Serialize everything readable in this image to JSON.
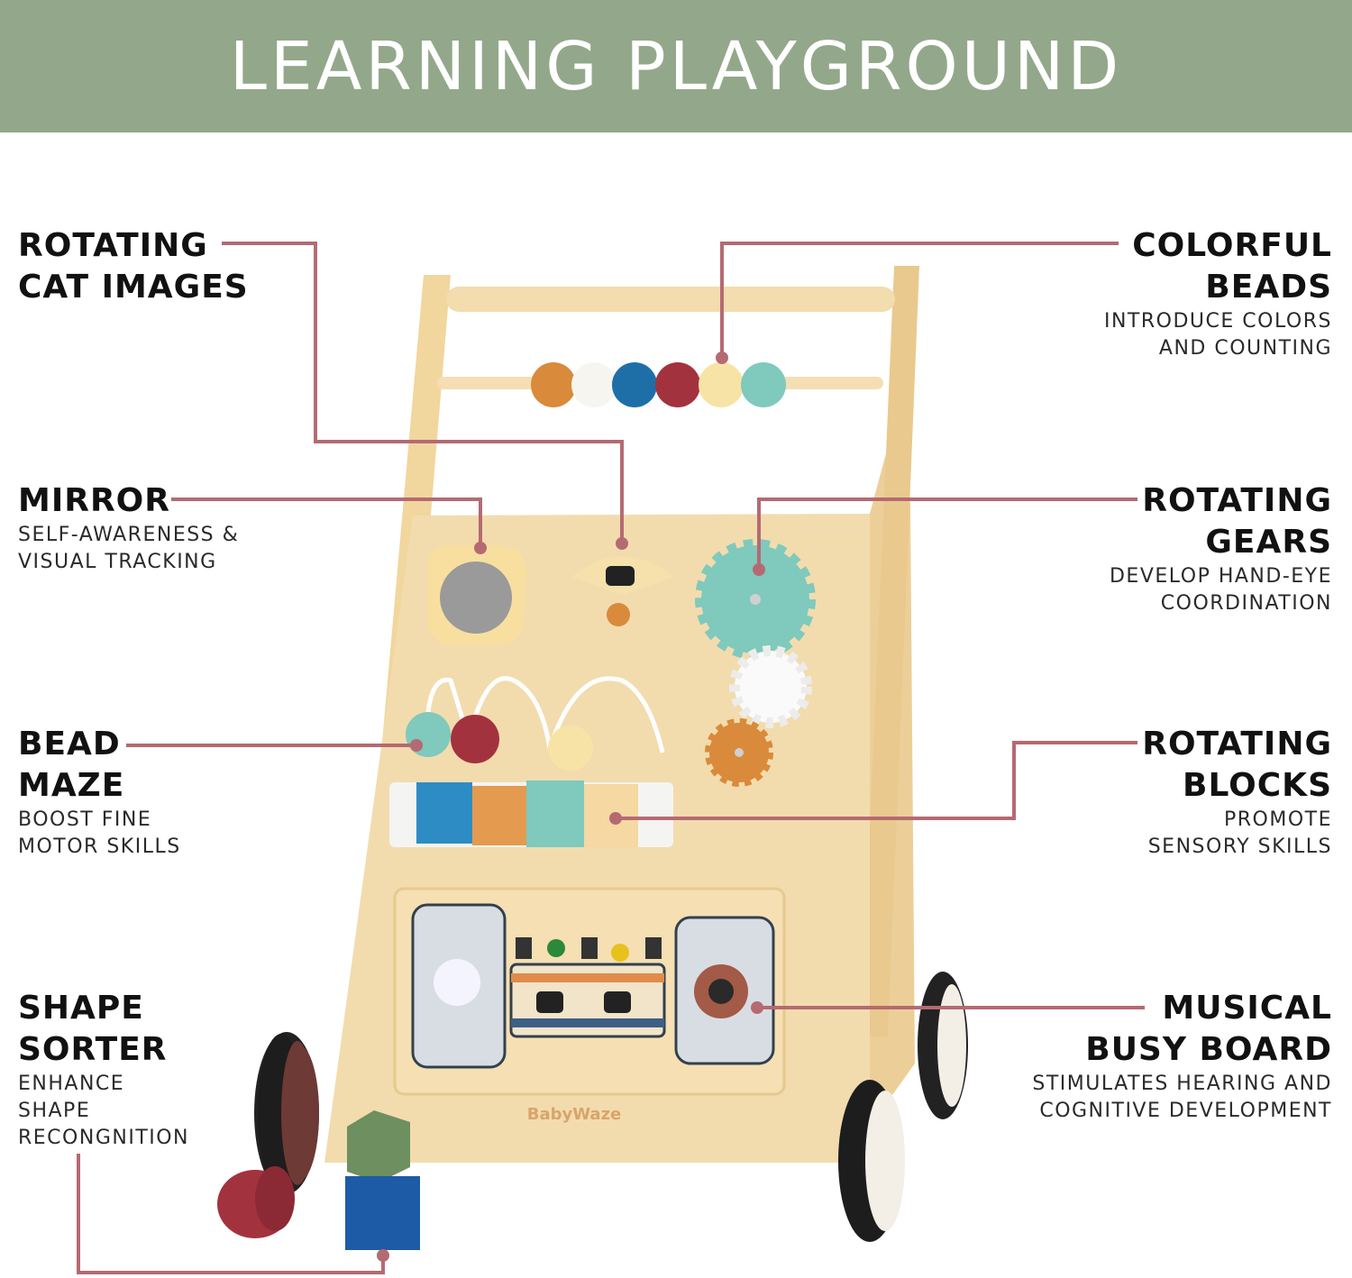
{
  "banner": {
    "title": "LEARNING PLAYGROUND"
  },
  "brand": {
    "logo_text": "BabyWaze"
  },
  "colors": {
    "banner": "#93a88a",
    "leader_line": "#b56a72",
    "wood": "#f2dcae",
    "teal": "#7fc9bd",
    "orange": "#d98a3a",
    "red": "#a3323f",
    "blue": "#1e6fa8",
    "cream": "#f8e3a6"
  },
  "features": {
    "cat_images": {
      "title_1": "ROTATING",
      "title_2": "CAT IMAGES"
    },
    "mirror": {
      "title_1": "MIRROR",
      "sub_1": "SELF-AWARENESS &",
      "sub_2": "VISUAL TRACKING"
    },
    "bead_maze": {
      "title_1": "BEAD",
      "title_2": "MAZE",
      "sub_1": "BOOST FINE",
      "sub_2": "MOTOR SKILLS"
    },
    "shape_sorter": {
      "title_1": "SHAPE",
      "title_2": "SORTER",
      "sub_1": "ENHANCE",
      "sub_2": "SHAPE",
      "sub_3": "RECONGNITION"
    },
    "colorful_beads": {
      "title_1": "COLORFUL",
      "title_2": "BEADS",
      "sub_1": "INTRODUCE COLORS",
      "sub_2": "AND COUNTING"
    },
    "rotating_gears": {
      "title_1": "ROTATING",
      "title_2": "GEARS",
      "sub_1": "DEVELOP HAND-EYE",
      "sub_2": "COORDINATION"
    },
    "rotating_blocks": {
      "title_1": "ROTATING",
      "title_2": "BLOCKS",
      "sub_1": "PROMOTE",
      "sub_2": "SENSORY SKILLS"
    },
    "musical_busy_board": {
      "title_1": "MUSICAL",
      "title_2": "BUSY BOARD",
      "sub_1": "STIMULATES HEARING AND",
      "sub_2": "COGNITIVE DEVELOPMENT"
    }
  }
}
